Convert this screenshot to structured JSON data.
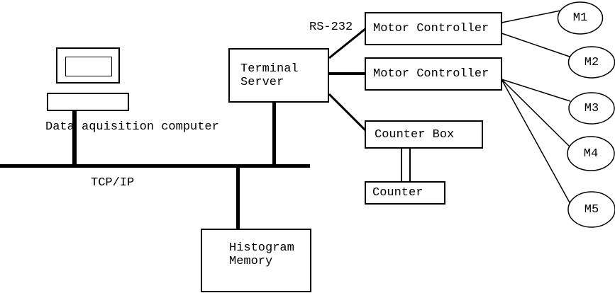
{
  "diagram": {
    "computer": {
      "label": "Data aquisition computer"
    },
    "network": {
      "label": "TCP/IP"
    },
    "serial": {
      "label": "RS-232"
    },
    "terminal_server": {
      "line1": "Terminal",
      "line2": "Server"
    },
    "motor_controller_1": {
      "label": "Motor Controller"
    },
    "motor_controller_2": {
      "label": "Motor Controller"
    },
    "counter_box": {
      "label": "Counter Box"
    },
    "counter": {
      "label": "Counter"
    },
    "histogram_memory": {
      "line1": "Histogram",
      "line2": "Memory"
    },
    "motors": [
      {
        "label": "M1"
      },
      {
        "label": "M2"
      },
      {
        "label": "M3"
      },
      {
        "label": "M4"
      },
      {
        "label": "M5"
      }
    ],
    "colors": {
      "stroke": "#000000",
      "background": "#ffffff"
    }
  }
}
